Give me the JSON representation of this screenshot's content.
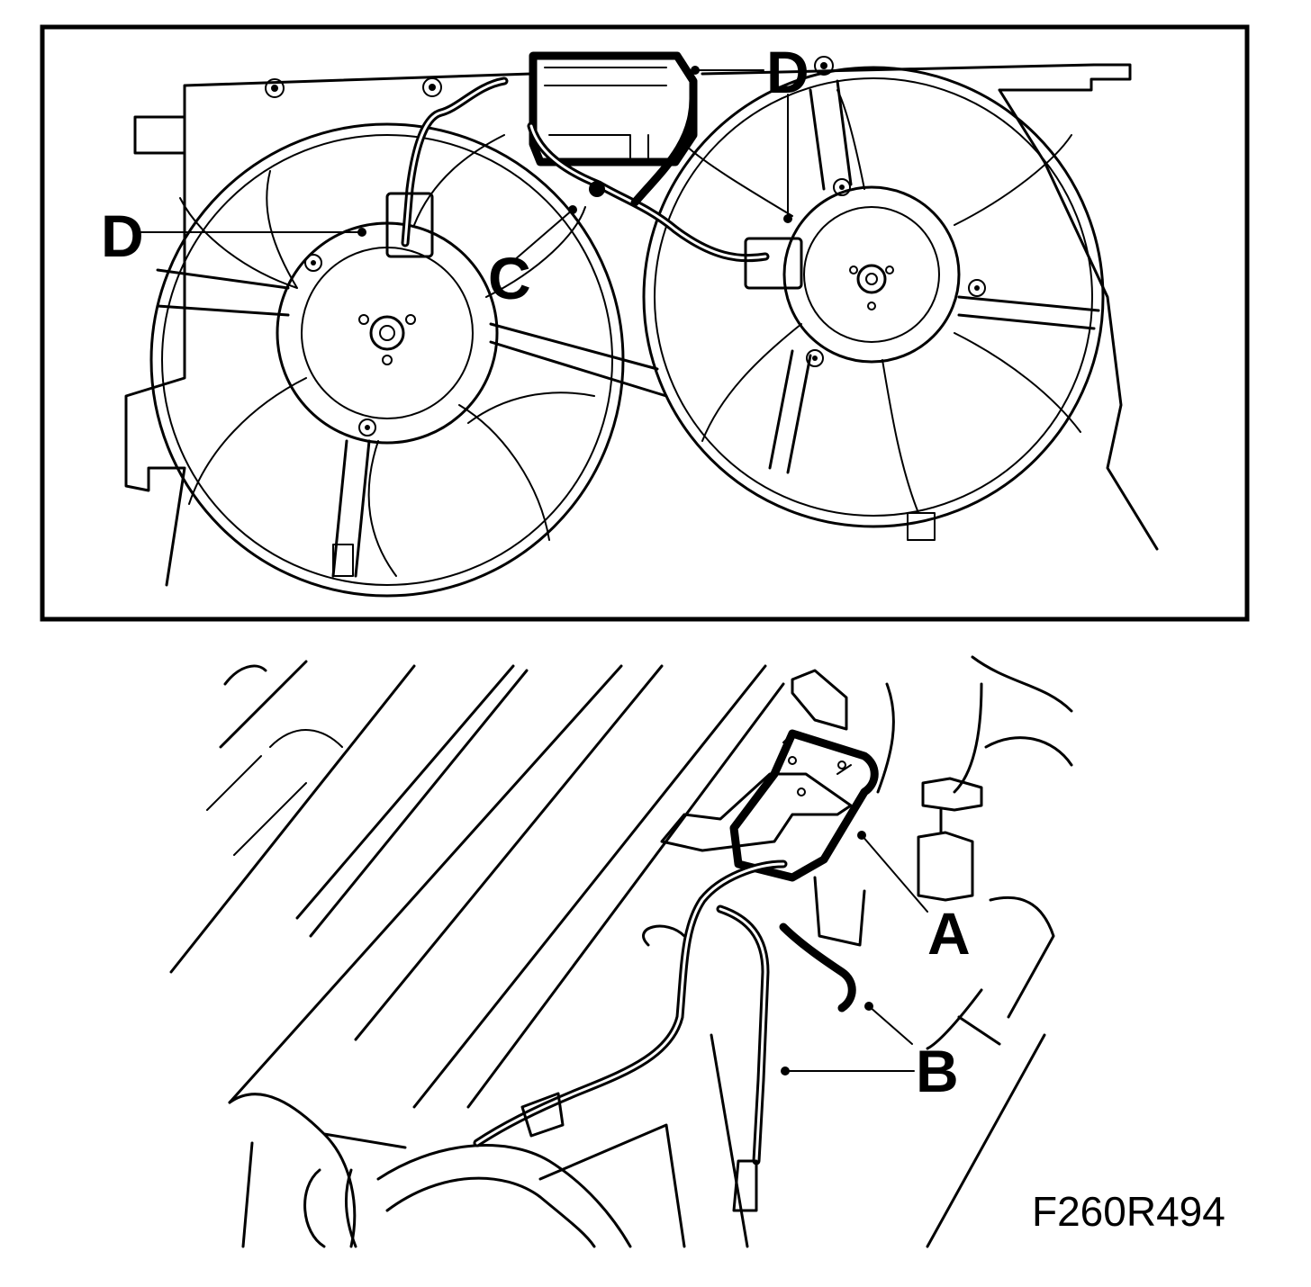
{
  "figure": {
    "code": "F260R494",
    "top_callouts": [
      "D",
      "C",
      "D"
    ],
    "bottom_callouts": [
      "A",
      "B"
    ]
  }
}
